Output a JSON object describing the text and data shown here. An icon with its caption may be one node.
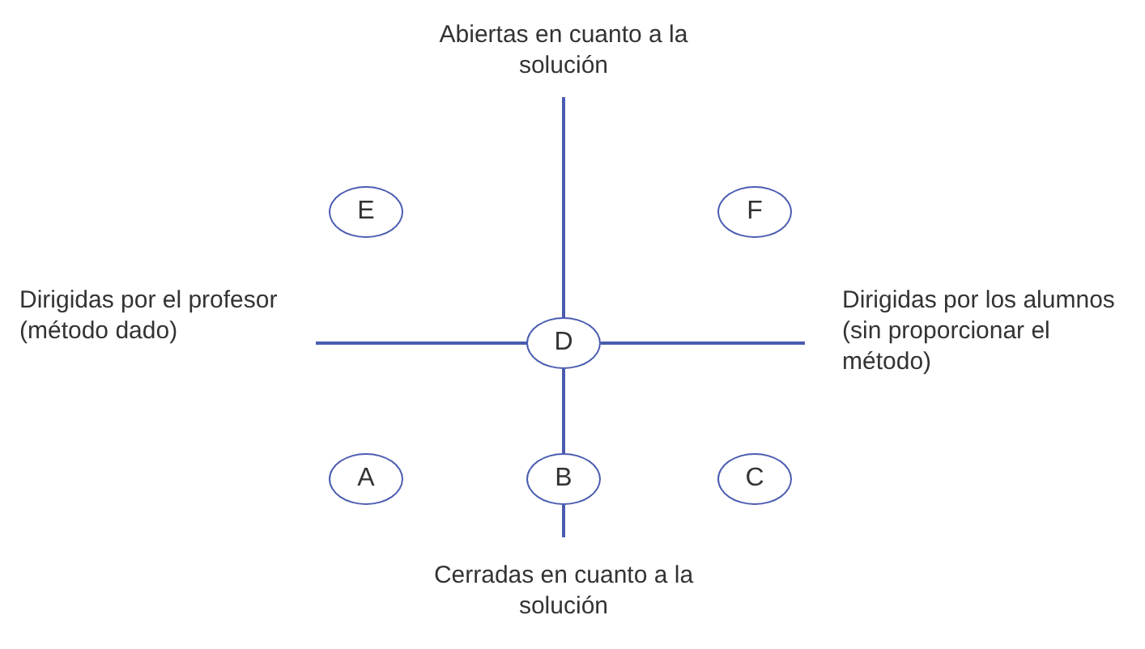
{
  "diagram": {
    "nodes": [
      {
        "text": [
          "E"
        ]
      },
      {
        "text": [
          "F"
        ]
      },
      {
        "text": [
          "D"
        ]
      },
      {
        "text": [
          "A"
        ]
      },
      {
        "text": [
          "B"
        ]
      },
      {
        "text": [
          "C"
        ]
      }
    ],
    "edges": [
      {
        "from": 2,
        "to": 4,
        "arrow": "none"
      }
    ],
    "labels": [
      "Abiertas en cuanto a la solución",
      "Dirigidas por el profesor (método dado)",
      "Dirigidas por los alumnos (sin proporcionar el método)",
      "Cerradas en cuanto a la solución"
    ]
  }
}
